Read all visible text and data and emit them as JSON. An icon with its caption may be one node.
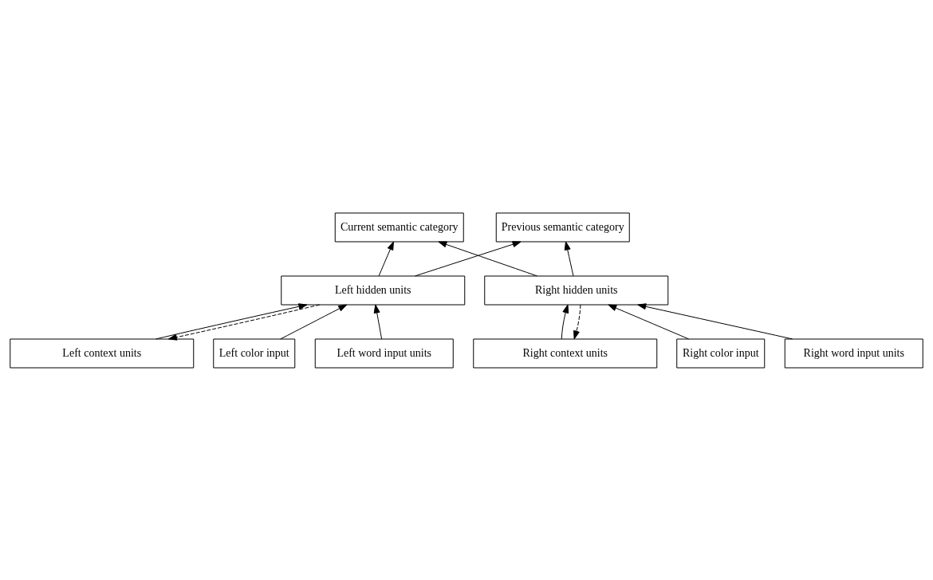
{
  "diagram": {
    "nodes": [
      {
        "text": [
          "Current semantic category"
        ]
      },
      {
        "text": [
          "Previous semantic category"
        ]
      },
      {
        "text": [
          "Left hidden units"
        ]
      },
      {
        "text": [
          "Right hidden units"
        ]
      },
      {
        "text": [
          "Left color input"
        ]
      },
      {
        "text": [
          "Left word input units"
        ]
      },
      {
        "text": [
          "Right color input"
        ]
      },
      {
        "text": [
          "Right word input units"
        ]
      },
      {
        "text": [
          "Left context units"
        ]
      },
      {
        "text": [
          "Right context units"
        ]
      }
    ],
    "edges": [
      {
        "from": 2,
        "to": 0,
        "arrow": "to"
      },
      {
        "from": 2,
        "to": 1,
        "arrow": "to"
      },
      {
        "from": 3,
        "to": 0,
        "arrow": "to"
      },
      {
        "from": 3,
        "to": 1,
        "arrow": "to"
      },
      {
        "from": 8,
        "to": 2,
        "arrow": "to"
      },
      {
        "from": 4,
        "to": 2,
        "arrow": "to"
      },
      {
        "from": 5,
        "to": 2,
        "arrow": "to"
      },
      {
        "from": 6,
        "to": 3,
        "arrow": "to"
      },
      {
        "from": 7,
        "to": 3,
        "arrow": "to"
      },
      {
        "from": 9,
        "to": 3,
        "arrow": "to"
      },
      {
        "from": 2,
        "to": 8,
        "arrow": "to",
        "style": "dashed"
      },
      {
        "from": 3,
        "to": 9,
        "arrow": "to",
        "style": "dashed"
      }
    ]
  }
}
